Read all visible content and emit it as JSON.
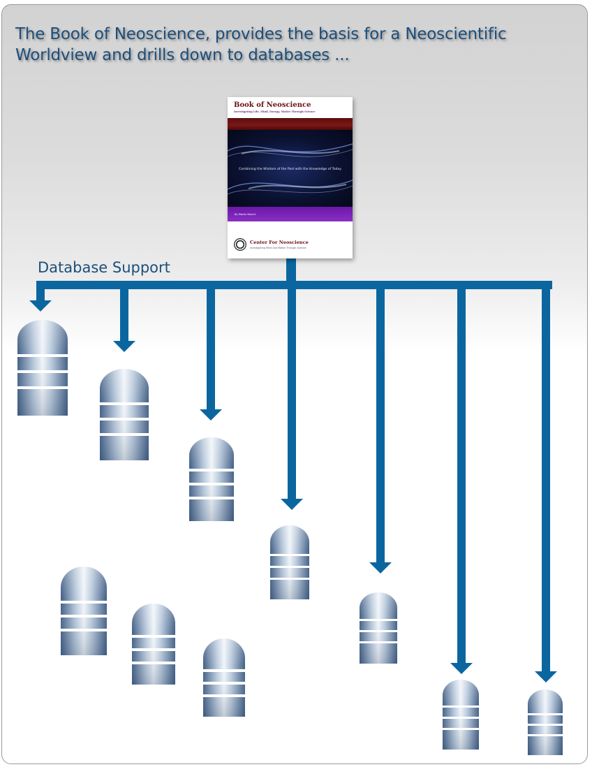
{
  "headline": "The Book of Neoscience, provides the basis for a Neoscientific Worldview and drills down to databases ...",
  "branch_label": "Database Support",
  "book": {
    "title": "Book of Neoscience",
    "subtitle": "Investigating Life, Mind, Energy, Matter Through Science",
    "tagline": "Combining the Wisdom of the Past with the Knowledge of Today",
    "author": "By Martin Brecht",
    "publisher": "Center For Neoscience",
    "publisher_tagline": "Investigating Mind And Matter Through Science"
  },
  "colors": {
    "connector": "#0b66a0",
    "headline_text": "#1d4e7a",
    "database_light": "#e8eef4",
    "database_dark": "#3f5f86"
  },
  "connected_databases": 7,
  "unconnected_databases": 3
}
